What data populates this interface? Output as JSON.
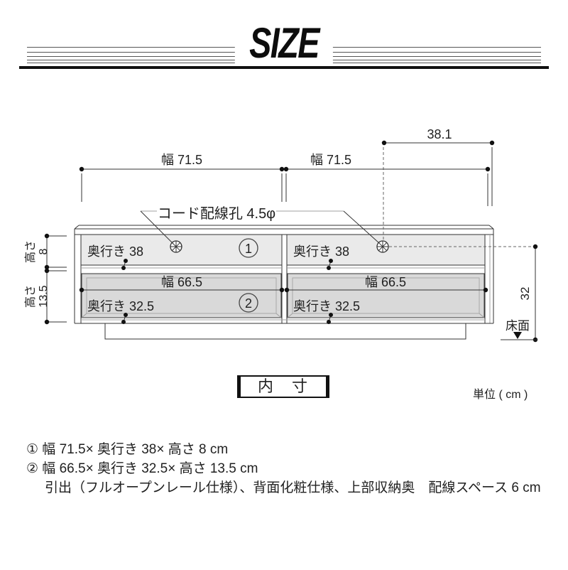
{
  "header": {
    "title": "SIZE"
  },
  "diagram": {
    "top_dims": {
      "offset_right": "38.1",
      "width_left": "幅 71.5",
      "width_right": "幅 71.5"
    },
    "cord_hole_label": "コード配線孔 4.5φ",
    "left_dims": {
      "upper_label": "高さ",
      "upper_value": "8",
      "lower_label": "高さ",
      "lower_value": "13.5"
    },
    "right_dims": {
      "total_height": "32",
      "floor_label": "床面"
    },
    "compartments": {
      "upper_left_depth": "奥行き 38",
      "upper_right_depth": "奥行き 38",
      "lower_left_width": "幅 66.5",
      "lower_right_width": "幅 66.5",
      "lower_left_depth": "奥行き 32.5",
      "lower_right_depth": "奥行き 32.5",
      "badge_upper": "1",
      "badge_lower": "2"
    }
  },
  "legend": {
    "inner_dim_label": "内　寸",
    "unit_label": "単位 ( cm )"
  },
  "notes": {
    "line_1": "① 幅 71.5× 奥行き 38× 高さ 8 cm",
    "line_2": "② 幅 66.5× 奥行き 32.5× 高さ 13.5 cm",
    "line_3": "引出（フルオープンレール仕様）、背面化粧仕様、上部収納奥　配線スペース 6 cm"
  },
  "colors": {
    "line": "#333333",
    "upper_shelf_fill": "#eaeaea",
    "drawer_fill": "#d9d9d9",
    "text": "#1f1f1f"
  }
}
